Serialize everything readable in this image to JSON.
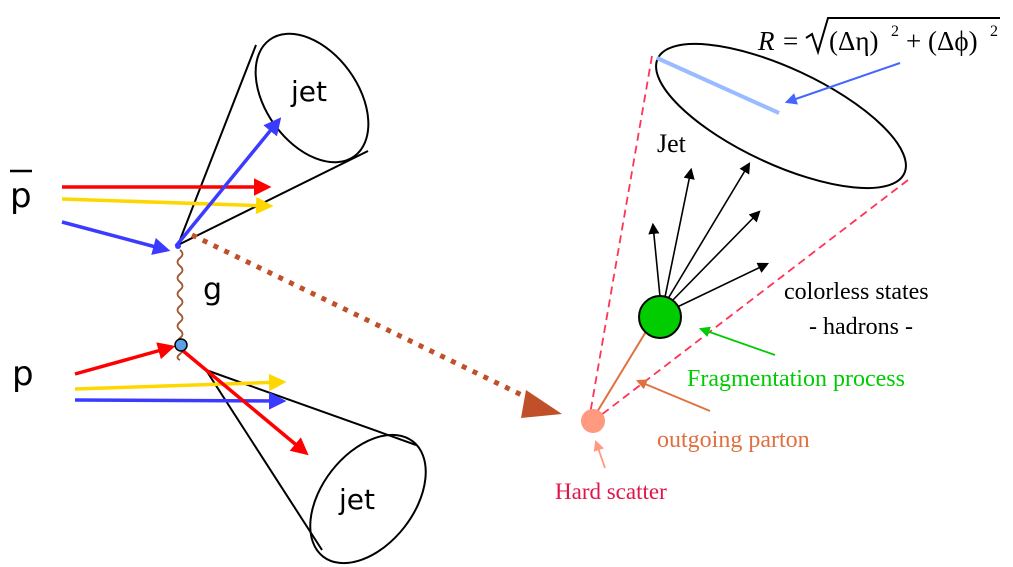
{
  "left_diagram": {
    "antiproton_label": "p",
    "proton_label": "p",
    "gluon_label": "g",
    "top_jet_label": "jet",
    "bottom_jet_label": "jet"
  },
  "right_diagram": {
    "formula": {
      "lhs": "R",
      "equals": "=",
      "term1": "(Δη)",
      "exp1": "2",
      "plus": "+",
      "term2": "(Δϕ)",
      "exp2": "2"
    },
    "jet_label": "Jet",
    "colorless_states_label": "colorless states",
    "hadrons_label": "- hadrons -",
    "fragmentation_label": "Fragmentation process",
    "outgoing_parton_label": "outgoing parton",
    "hard_scatter_label": "Hard scatter"
  },
  "colors": {
    "red": "#ff0000",
    "yellow": "#ffd700",
    "blue": "#3b3bff",
    "gluon_brown": "#a0522d",
    "dotted_arrow": "#c0502a",
    "cone_dashed": "#ff3355",
    "hadron_green": "#00cc00",
    "fragmentation_text": "#00cc00",
    "outgoing_text": "#e07040",
    "hard_scatter_text": "#e0134a",
    "hard_scatter_dot": "#ff9980",
    "radius_line": "#99bbff",
    "radius_arrow": "#4466ff"
  }
}
